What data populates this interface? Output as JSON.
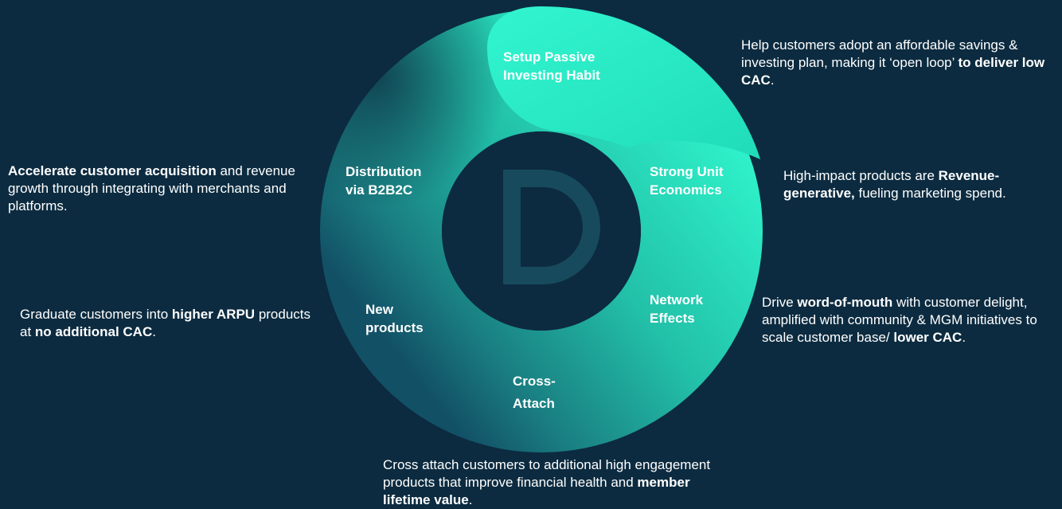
{
  "flywheel": {
    "center_logo_letter": "D",
    "segments": [
      {
        "id": "setup",
        "lines": [
          "Setup Passive",
          "Investing Habit"
        ]
      },
      {
        "id": "unit-economics",
        "lines": [
          "Strong Unit",
          "Economics"
        ]
      },
      {
        "id": "network-effects",
        "lines": [
          "Network",
          "Effects"
        ]
      },
      {
        "id": "cross-attach",
        "lines": [
          "Cross-",
          "Attach"
        ]
      },
      {
        "id": "new-products",
        "lines": [
          "New",
          "products"
        ]
      },
      {
        "id": "distribution",
        "lines": [
          "Distribution",
          "via B2B2C"
        ]
      }
    ]
  },
  "descriptions": {
    "setup": [
      "Help customers adopt an affordable savings & investing plan, making it ‘open loop’ ",
      "to deliver low CAC",
      "."
    ],
    "unit_economics": [
      "High-impact products are ",
      "Revenue-generative,",
      " fueling marketing spend."
    ],
    "network_effects": [
      "Drive ",
      "word-of-mouth",
      " with customer delight, amplified with community & MGM initiatives to scale customer base/ ",
      "lower CAC",
      "."
    ],
    "cross_attach": [
      "Cross attach customers to additional high engagement products that improve financial health and ",
      "member lifetime value",
      "."
    ],
    "new_products": [
      "Graduate customers into ",
      "higher ARPU",
      " products at ",
      "no additional CAC",
      "."
    ],
    "distribution": [
      "Accelerate customer acquisition",
      " and revenue growth through integrating with merchants and platforms."
    ]
  },
  "colors": {
    "background": "#0c2b40",
    "ring_bright": "#2ef0c8",
    "ring_mid": "#1fa89a",
    "ring_dark": "#103a4d",
    "logo": "#16485a"
  }
}
